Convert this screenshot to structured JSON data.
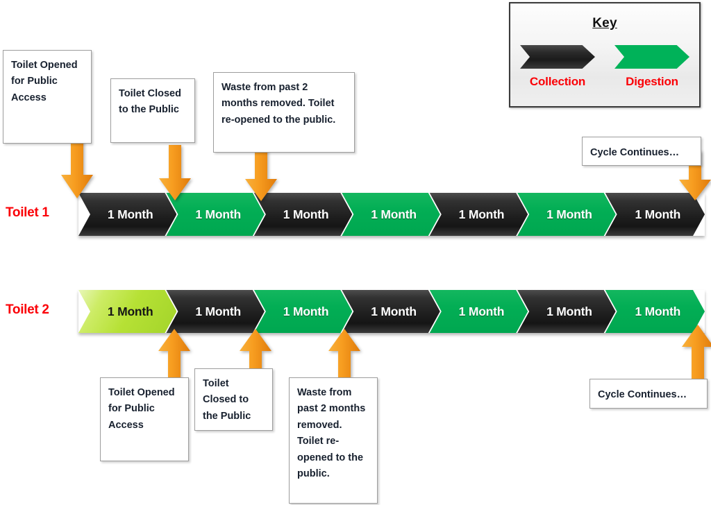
{
  "key": {
    "title": "Key",
    "items": [
      {
        "label": "Collection",
        "color": "#1b1b1b",
        "style": "black"
      },
      {
        "label": "Digestion",
        "color": "#00b259",
        "style": "green"
      }
    ],
    "label_color": "#fb0007"
  },
  "rows": [
    {
      "label": "Toilet 1",
      "label_color": "#fb0007",
      "segments": [
        {
          "text": "1 Month",
          "phase": "collection"
        },
        {
          "text": "1 Month",
          "phase": "digestion"
        },
        {
          "text": "1 Month",
          "phase": "collection"
        },
        {
          "text": "1 Month",
          "phase": "digestion"
        },
        {
          "text": "1 Month",
          "phase": "collection"
        },
        {
          "text": "1 Month",
          "phase": "digestion"
        },
        {
          "text": "1 Month",
          "phase": "collection"
        }
      ]
    },
    {
      "label": "Toilet 2",
      "label_color": "#fb0007",
      "segments": [
        {
          "text": "1 Month",
          "phase": "digestion-start"
        },
        {
          "text": "1 Month",
          "phase": "collection"
        },
        {
          "text": "1 Month",
          "phase": "digestion"
        },
        {
          "text": "1 Month",
          "phase": "collection"
        },
        {
          "text": "1 Month",
          "phase": "digestion"
        },
        {
          "text": "1 Month",
          "phase": "collection"
        },
        {
          "text": "1 Month",
          "phase": "digestion"
        }
      ]
    }
  ],
  "callouts_top": [
    {
      "text": "Toilet Opened for Public Access"
    },
    {
      "text": "Toilet Closed to the Public"
    },
    {
      "text": "Waste from past 2 months removed. Toilet re-opened to the public."
    },
    {
      "text": "Cycle Continues…"
    }
  ],
  "callouts_bottom": [
    {
      "text": "Toilet Opened for Public Access"
    },
    {
      "text": "Toilet Closed to the Public"
    },
    {
      "text": "Waste from past 2 months removed. Toilet re-opened to the public."
    },
    {
      "text": "Cycle Continues…"
    }
  ],
  "arrow_color": "#f59a1b"
}
